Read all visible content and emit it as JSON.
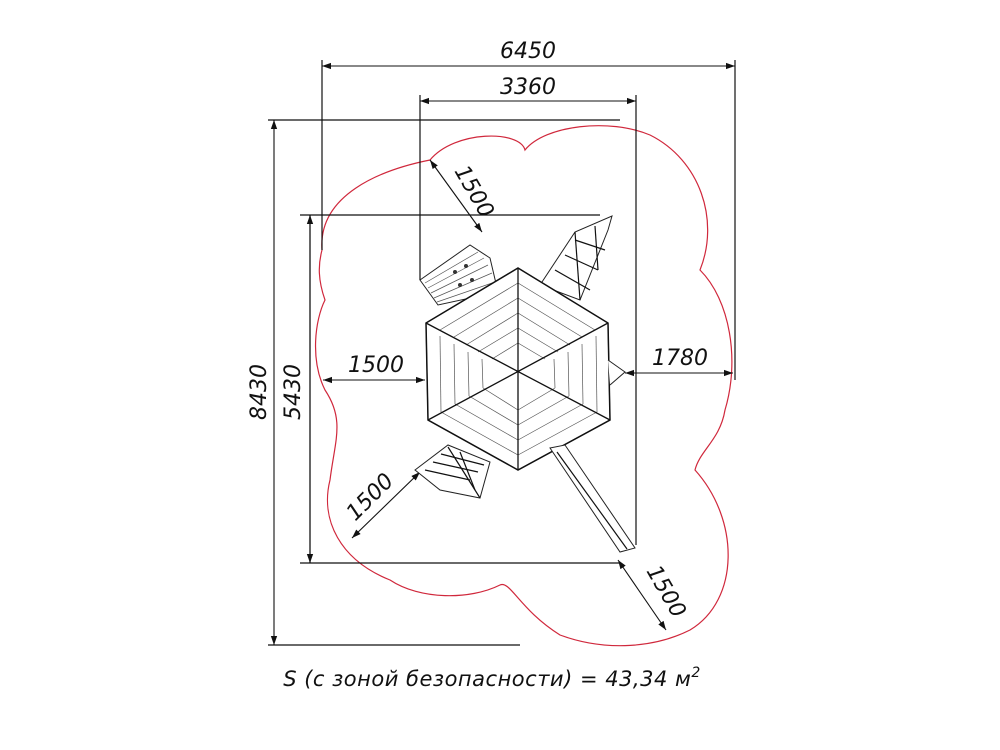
{
  "dimensions": {
    "overall_width": "6450",
    "frame_width": "3360",
    "overall_height": "8430",
    "frame_height": "5430",
    "clearance_top_left": "1500",
    "clearance_left": "1500",
    "clearance_right": "1780",
    "clearance_bottom_left": "1500",
    "clearance_bottom_right": "1500"
  },
  "caption": {
    "text": "S (с зоной безопасности) = 43,34 м",
    "superscript": "2"
  },
  "colors": {
    "safety_zone": "#d0283c",
    "lines": "#111111"
  }
}
